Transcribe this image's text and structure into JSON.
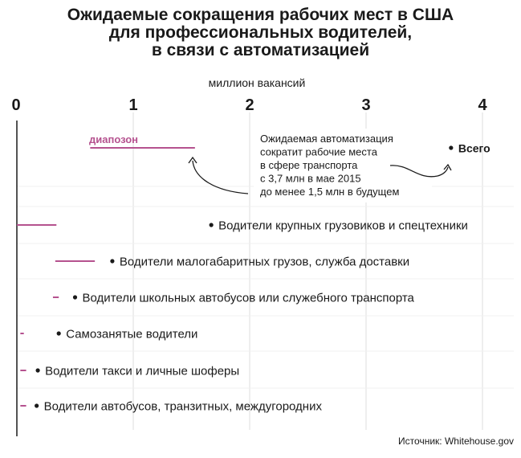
{
  "title_lines": [
    "Ожидаемые сокращения рабочих мест в США",
    "для профессиональных водителей,",
    "в связи с автоматизацией"
  ],
  "source": "Источник: Whitehouse.gov",
  "colors": {
    "range": "#b5528f",
    "text": "#1a1a1a",
    "grid": "#dcdcdc"
  },
  "chart_data": {
    "type": "dot-range",
    "title": "Ожидаемые сокращения рабочих мест в США для профессиональных водителей, в связи с автоматизацией",
    "xlabel": "миллион вакансий",
    "xlim": [
      0,
      4.35
    ],
    "xticks": [
      0,
      1,
      2,
      3,
      4
    ],
    "xtick_labels": [
      "0",
      "1",
      "2",
      "3",
      "4"
    ],
    "grid": "vertical",
    "range_label": "диапозон",
    "annotation": "Ожидаемая автоматизация сократит рабочие места в сфере транспорта с 3,7 млн в мае 2015 до менее 1,5 млн в будущем",
    "annotation_lines": [
      "Ожидаемая автоматизация",
      "сократит рабочие места",
      "в сфере транспорта",
      "с 3,7 млн в мае 2015",
      "до менее 1,5 млн в будущем"
    ],
    "rows": [
      {
        "label": "Всего",
        "total": 3.73,
        "range": [
          0.63,
          1.53
        ],
        "bold": true
      },
      {
        "label": "Водители крупных грузовиков и спецтехники",
        "total": 1.67,
        "range": [
          0.0,
          0.34
        ]
      },
      {
        "label": "Водители малогабаритных грузов, служба доставки",
        "total": 0.82,
        "range": [
          0.33,
          0.67
        ]
      },
      {
        "label": "Водители школьных автобусов или служебного транспорта",
        "total": 0.5,
        "range": [
          0.31,
          0.36
        ]
      },
      {
        "label": "Самозанятые водители",
        "total": 0.36,
        "range": [
          0.03,
          0.06
        ]
      },
      {
        "label": "Водители такси и личные шоферы",
        "total": 0.18,
        "range": [
          0.03,
          0.08
        ]
      },
      {
        "label": "Водители автобусов, транзитных, междугородних",
        "total": 0.17,
        "range": [
          0.03,
          0.08
        ]
      }
    ]
  }
}
